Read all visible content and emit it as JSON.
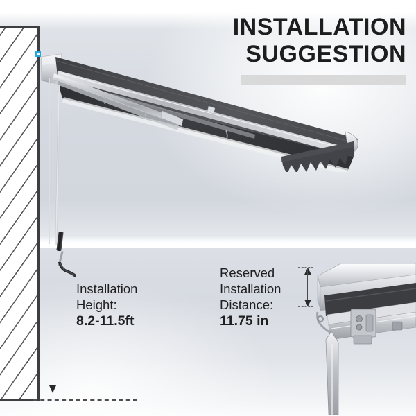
{
  "page": {
    "title_lines": [
      "INSTALLATION",
      "SUGGESTION"
    ],
    "accent_bar_color": "#d9d9d9",
    "anchor_marker_color": "#24a8e0",
    "canopy_color": "#4a4b4f",
    "frame_color": "#c8cbd0",
    "background_top": "#d4d9e0",
    "background_bottom": "#dcdfe5"
  },
  "diagram": {
    "wall": {
      "name": "building-wall",
      "hatch_style": "diagonal"
    },
    "awning": {
      "name": "retractable-awning",
      "canopy": "dark-gray-fabric",
      "valance": "zigzag"
    },
    "crank": {
      "name": "hand-crank-handle"
    }
  },
  "callouts": [
    {
      "id": "installation-height",
      "label_line_1": "Installation",
      "label_line_2": "Height:",
      "value": "8.2-11.5ft"
    },
    {
      "id": "reserved-installation-distance",
      "label_line_1": "Reserved",
      "label_line_2": "Installation",
      "label_line_3": "Distance:",
      "value": "11.75 in"
    }
  ],
  "detail_view": {
    "name": "awning-cassette-bracket-detail",
    "description": "close-up of housing and mounting bracket"
  }
}
